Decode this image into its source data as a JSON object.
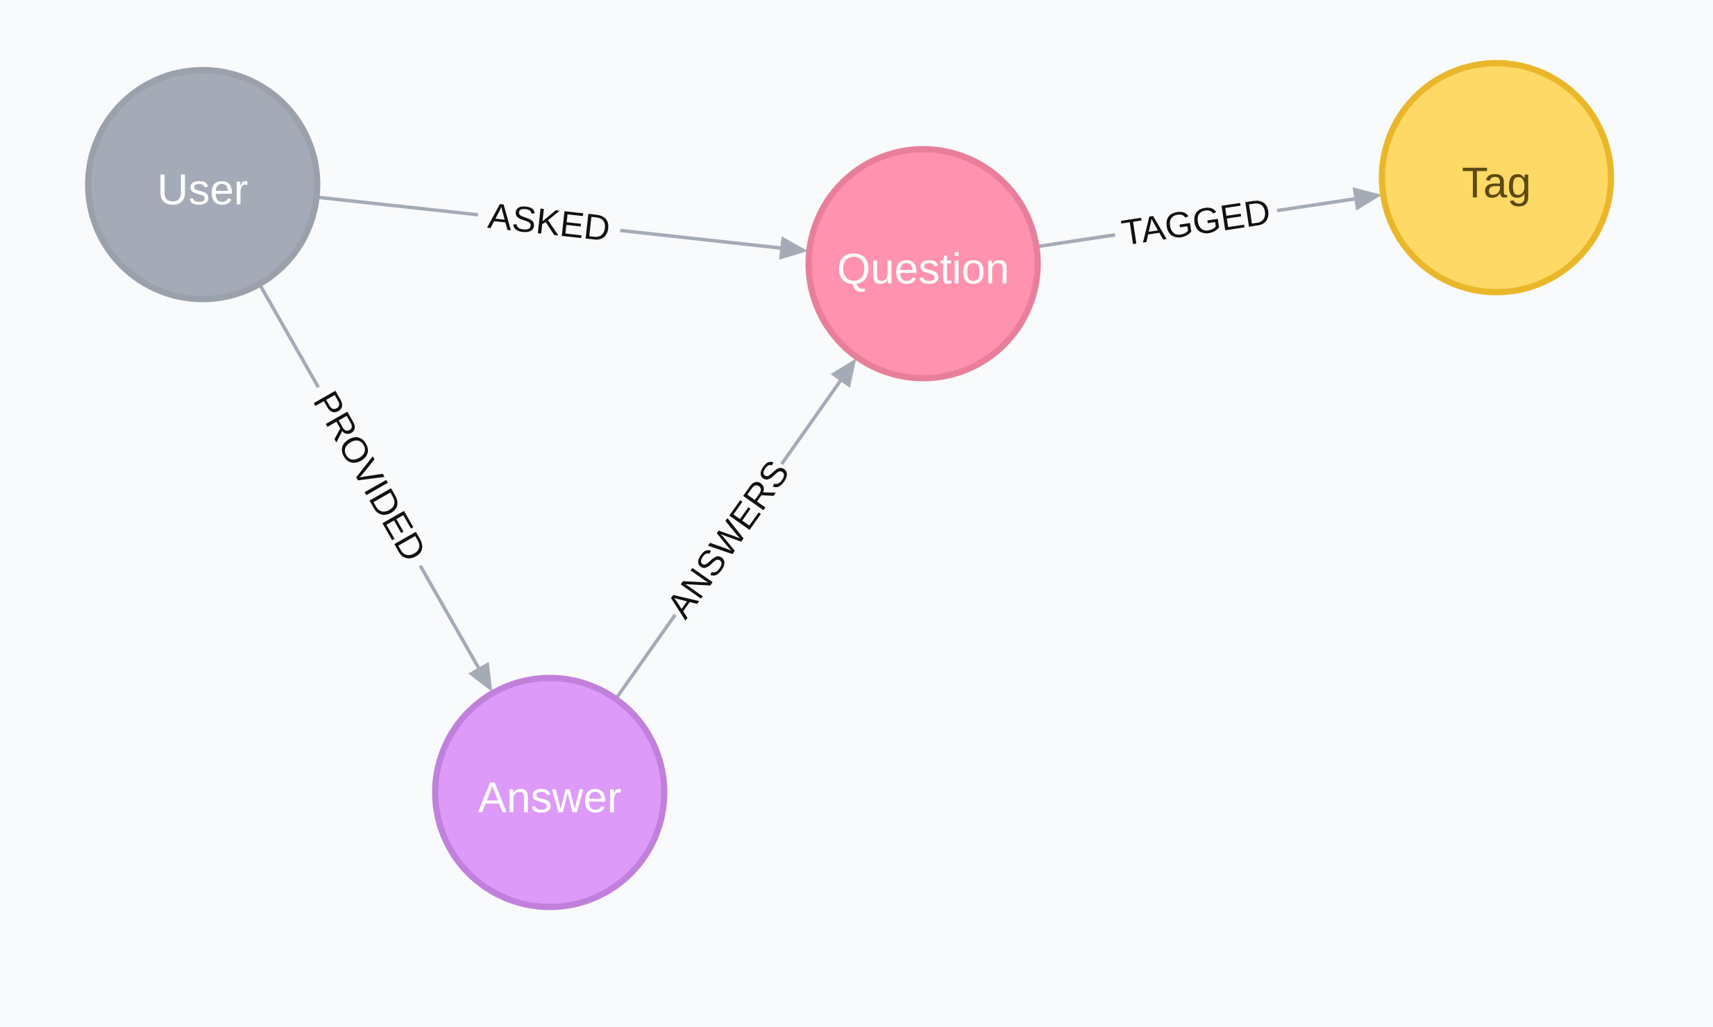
{
  "nodes": [
    {
      "id": "user",
      "label": "User",
      "fill": "#a5abb6",
      "stroke": "#9aa1ac",
      "text_color": "#ffffff"
    },
    {
      "id": "question",
      "label": "Question",
      "fill": "#ff92ae",
      "stroke": "#e87f9a",
      "text_color": "#ffffff"
    },
    {
      "id": "tag",
      "label": "Tag",
      "fill": "#ffd966",
      "stroke": "#eab72a",
      "text_color": "#5b4a10"
    },
    {
      "id": "answer",
      "label": "Answer",
      "fill": "#dd9af8",
      "stroke": "#c180db",
      "text_color": "#ffffff"
    }
  ],
  "edges": [
    {
      "id": "asked",
      "label": "ASKED",
      "from": "user",
      "to": "question"
    },
    {
      "id": "tagged",
      "label": "TAGGED",
      "from": "question",
      "to": "tag"
    },
    {
      "id": "provided",
      "label": "PROVIDED",
      "from": "user",
      "to": "answer"
    },
    {
      "id": "answers",
      "label": "ANSWERS",
      "from": "answer",
      "to": "question"
    }
  ]
}
